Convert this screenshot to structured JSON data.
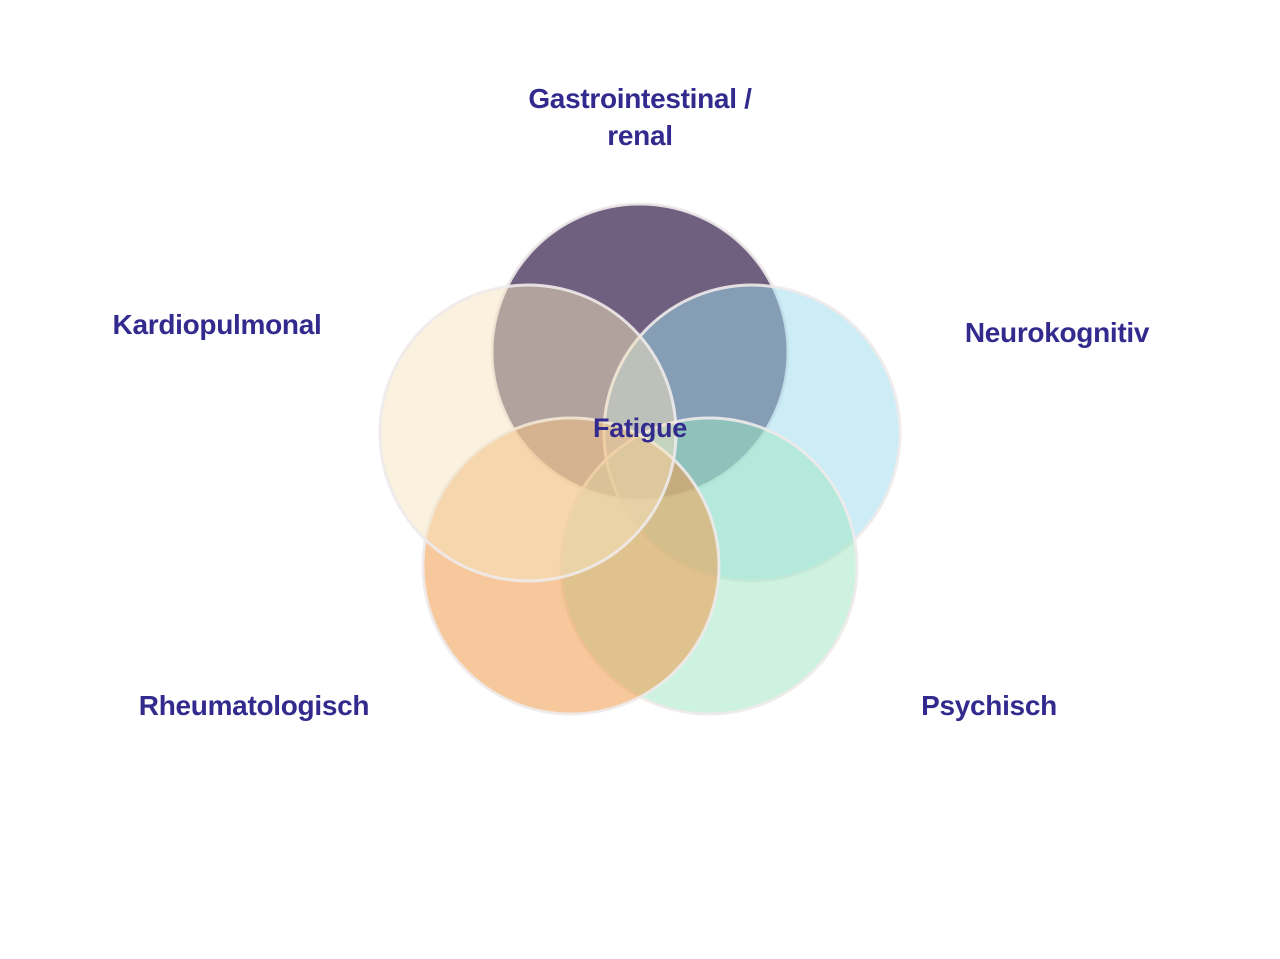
{
  "diagram": {
    "center_label": "Fatigue",
    "labels": {
      "top_line1": "Gastrointestinal /",
      "top_line2": "renal",
      "left": "Kardiopulmonal",
      "right": "Neurokognitiv",
      "bottom_left": "Rheumatologisch",
      "bottom_right": "Psychisch"
    },
    "colors": {
      "text": "#332a8e",
      "top_circle": "#564469",
      "right_circle": "#9bdcee",
      "bottom_right_circle": "#9ce6c2",
      "bottom_left_circle": "#ee9b4b",
      "left_circle": "#f5e3bd",
      "circle_outline": "#eeeaea",
      "background": "#ffffff"
    }
  }
}
